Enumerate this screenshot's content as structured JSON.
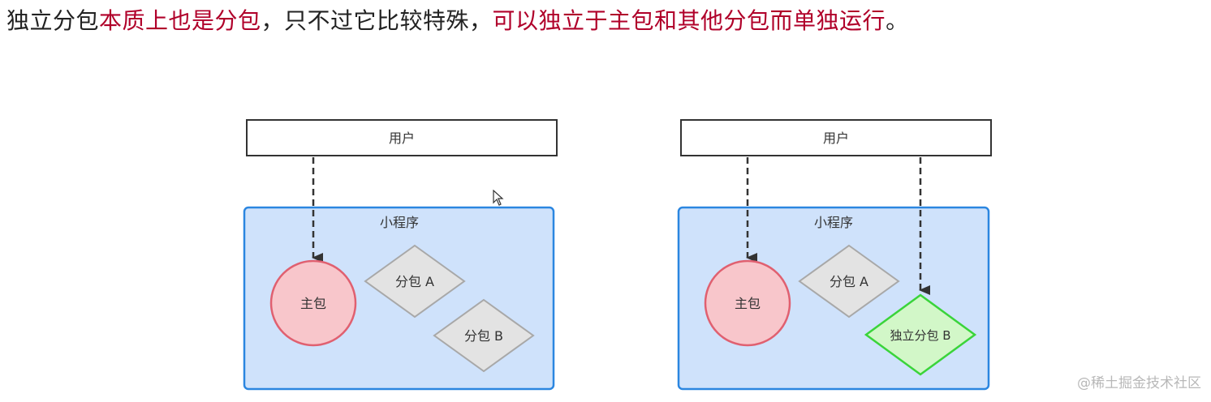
{
  "headline": {
    "segments": [
      {
        "text": "独立分包",
        "style": "normal"
      },
      {
        "text": "本质上也是分包",
        "style": "red"
      },
      {
        "text": "，只不过它比较特殊，",
        "style": "normal"
      },
      {
        "text": "可以独立于主包和其他分包而单独运行",
        "style": "red"
      },
      {
        "text": "。",
        "style": "normal"
      }
    ]
  },
  "colors": {
    "red_text": "#b0002a",
    "container_fill": "#cfe2fb",
    "container_stroke": "#2b86e0",
    "main_pkg_fill": "#f8c6cb",
    "main_pkg_stroke": "#e06070",
    "sub_pkg_fill": "#e3e3e3",
    "sub_pkg_stroke": "#a8a8a8",
    "independent_pkg_fill": "#d2f7c8",
    "independent_pkg_stroke": "#3ad43a"
  },
  "left_diagram": {
    "user_label": "用户",
    "container_label": "小程序",
    "main_package": "主包",
    "sub_package_a": "分包 A",
    "sub_package_b": "分包 B"
  },
  "right_diagram": {
    "user_label": "用户",
    "container_label": "小程序",
    "main_package": "主包",
    "sub_package_a": "分包 A",
    "independent_package_b": "独立分包 B"
  },
  "watermark": "@稀土掘金技术社区",
  "cursor_icon": "arrow-cursor-icon"
}
